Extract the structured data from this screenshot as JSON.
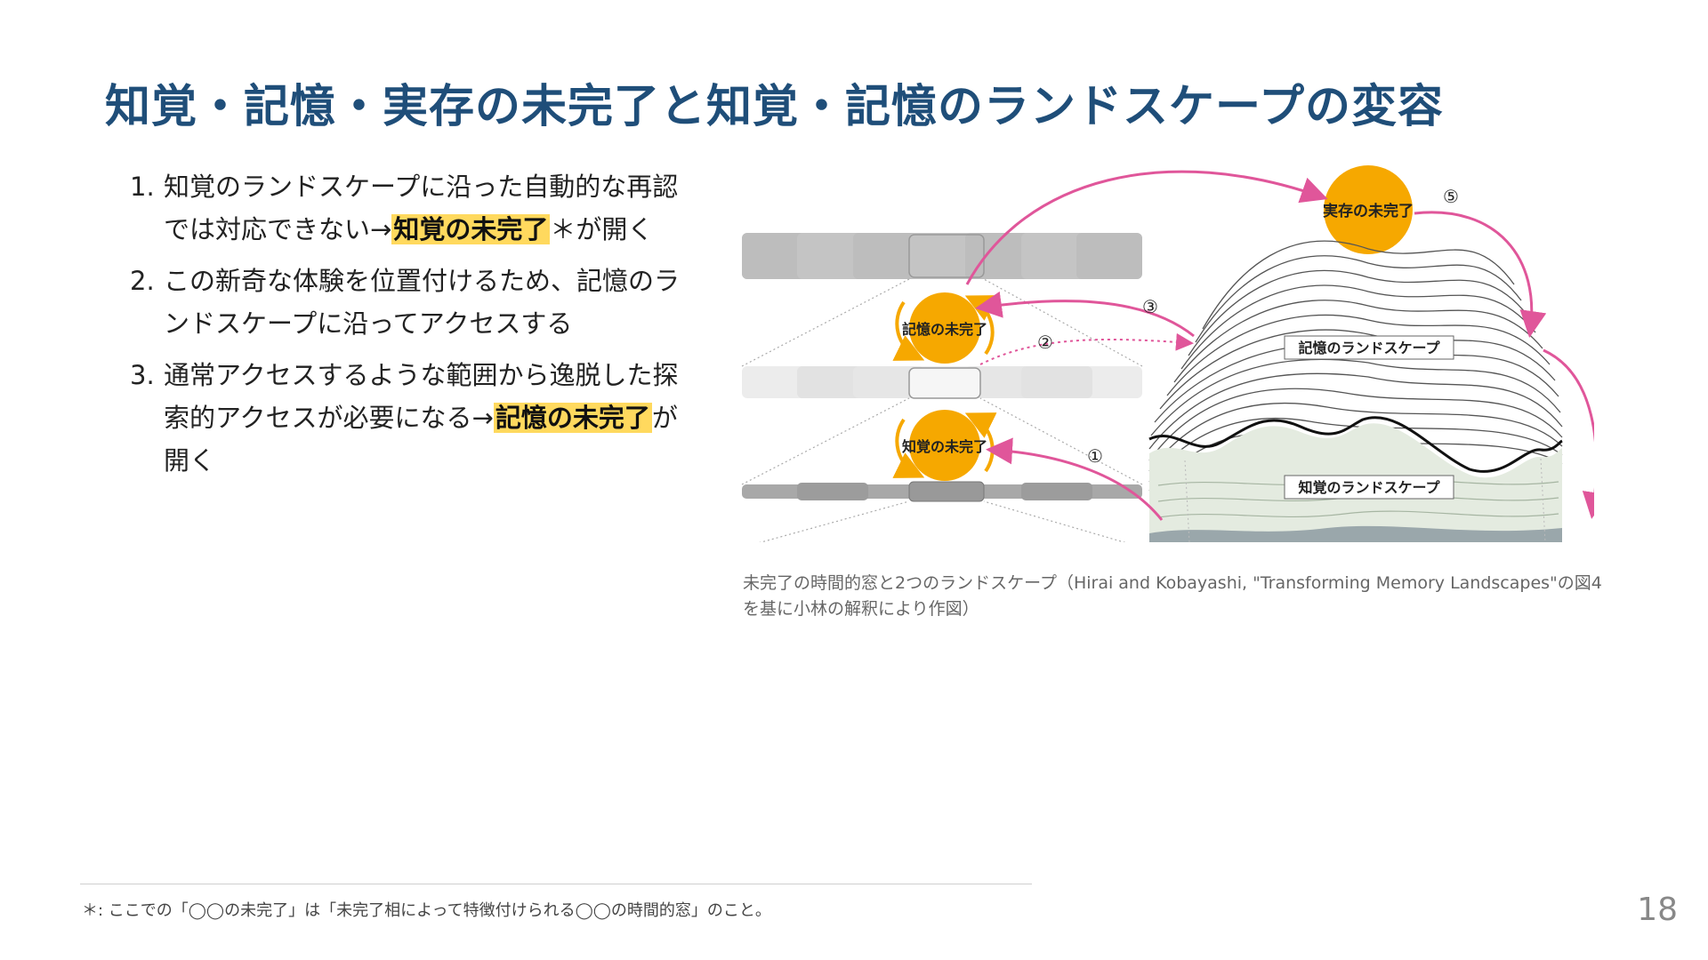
{
  "slide": {
    "title": "知覚・記憶・実存の未完了と知覚・記憶のランドスケープの変容",
    "page_number": "18"
  },
  "list": {
    "items": [
      {
        "num": "1.",
        "before": "知覚のランドスケープに沿った自動的な再認では対応できない→",
        "highlight": "知覚の未完了",
        "after": "＊が開く"
      },
      {
        "num": "2.",
        "text": "この新奇な体験を位置付けるため、記憶のランドスケープに沿ってアクセスする"
      },
      {
        "num": "3.",
        "before": "通常アクセスするような範囲から逸脱した探索的アクセスが必要になる→",
        "highlight": "記憶の未完了",
        "after": "が開く"
      }
    ]
  },
  "figure": {
    "labels": {
      "existence": "実存の未完了",
      "memory_incomplete": "記憶の未完了",
      "perception_incomplete": "知覚の未完了",
      "memory_landscape": "記憶のランドスケープ",
      "perception_landscape": "知覚のランドスケープ"
    },
    "markers": [
      "①",
      "②",
      "③",
      "⑤"
    ],
    "colors": {
      "sun": "#f6a800",
      "arrow": "#e0569a",
      "arc": "#f6a800"
    }
  },
  "caption": "未完了の時間的窓と2つのランドスケープ（Hirai and Kobayashi, \"Transforming Memory Landscapes\"の図4を基に小林の解釈により作図）",
  "footnote": "＊: ここでの「◯◯の未完了」は「未完了相によって特徴付けられる◯◯の時間的窓」のこと。"
}
